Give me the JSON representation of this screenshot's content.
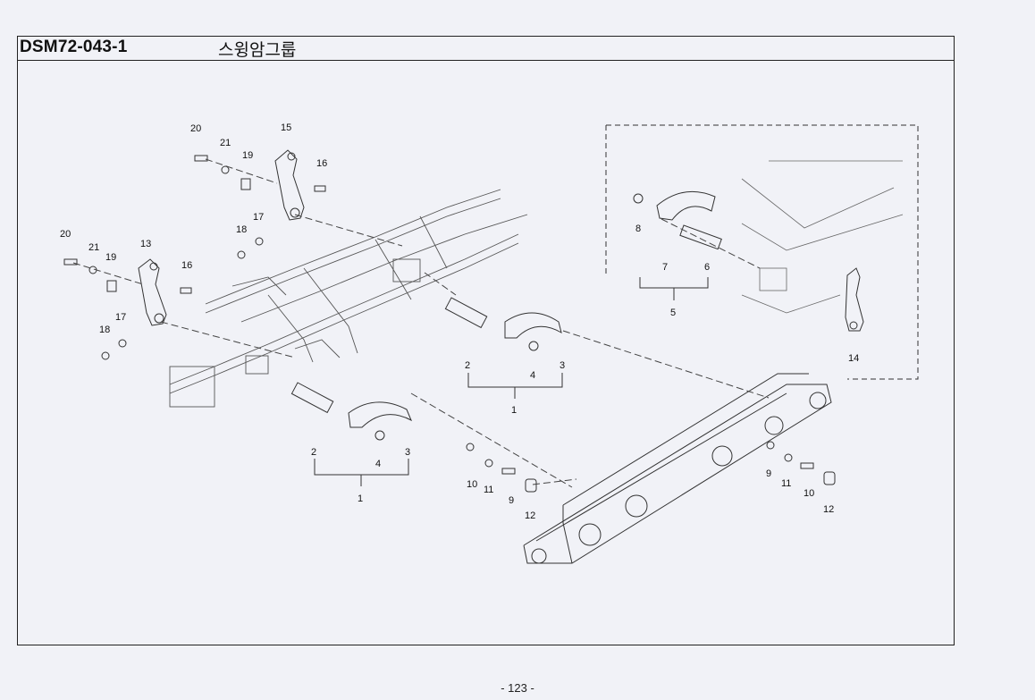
{
  "header": {
    "code": "DSM72-043-1",
    "title": "스윙암그룹"
  },
  "footer": {
    "page_number": "- 123 -"
  },
  "callouts": {
    "c20a": "20",
    "c21a": "21",
    "c19a": "19",
    "c15": "15",
    "c16a": "16",
    "c17a": "17",
    "c18a": "18",
    "c20b": "20",
    "c21b": "21",
    "c19b": "19",
    "c13": "13",
    "c16b": "16",
    "c17b": "17",
    "c18b": "18",
    "c2a": "2",
    "c4a": "4",
    "c3a": "3",
    "c1a": "1",
    "c2b": "2",
    "c4b": "4",
    "c3b": "3",
    "c1b": "1",
    "c10a": "10",
    "c11a": "11",
    "c9a": "9",
    "c12a": "12",
    "c9b": "9",
    "c11b": "11",
    "c10b": "10",
    "c12b": "12",
    "c8": "8",
    "c7": "7",
    "c6": "6",
    "c5": "5",
    "c14": "14"
  }
}
